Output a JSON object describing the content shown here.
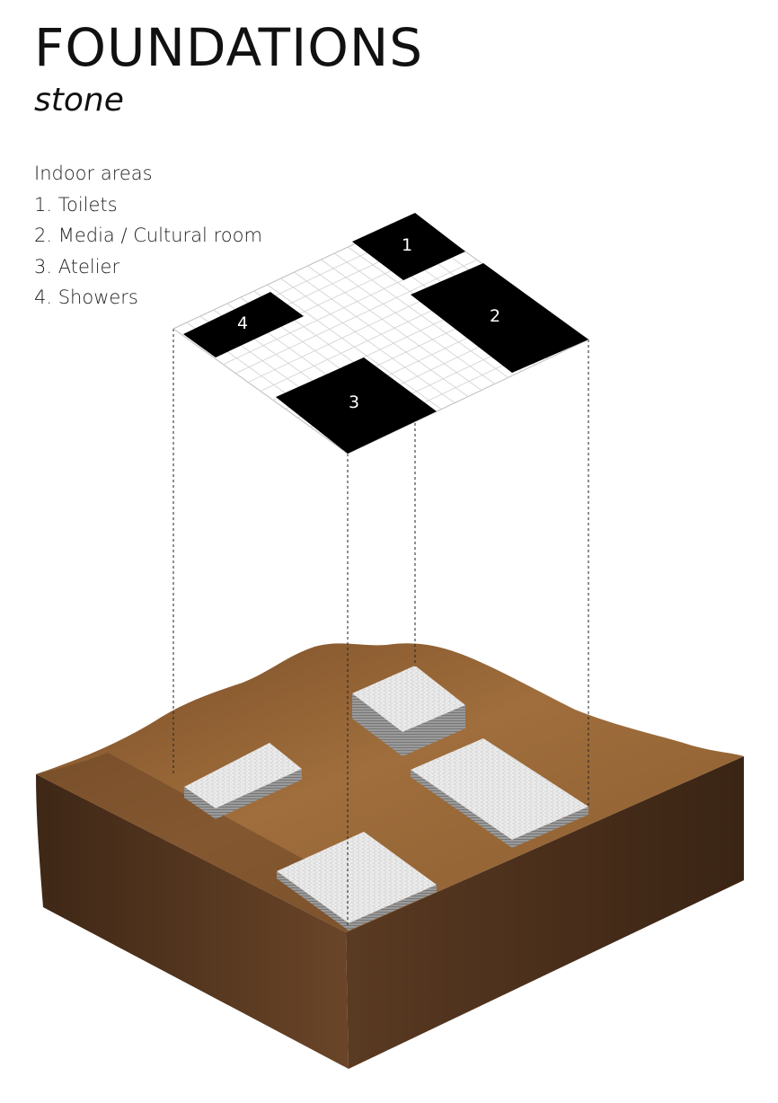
{
  "title": "FOUNDATIONS",
  "subtitle": "stone",
  "legend": {
    "heading": "Indoor areas",
    "items": [
      "1. Toilets",
      "2. Media / Cultural room",
      "3. Atelier",
      "4. Showers"
    ]
  },
  "plan_labels": [
    "1",
    "2",
    "3",
    "4"
  ],
  "colors": {
    "room_fill": "#000000",
    "grid_line": "#d0d0d0",
    "soil_top": "#9a6a3a",
    "soil_side": "#5a3a22",
    "stone": "#ececec"
  }
}
